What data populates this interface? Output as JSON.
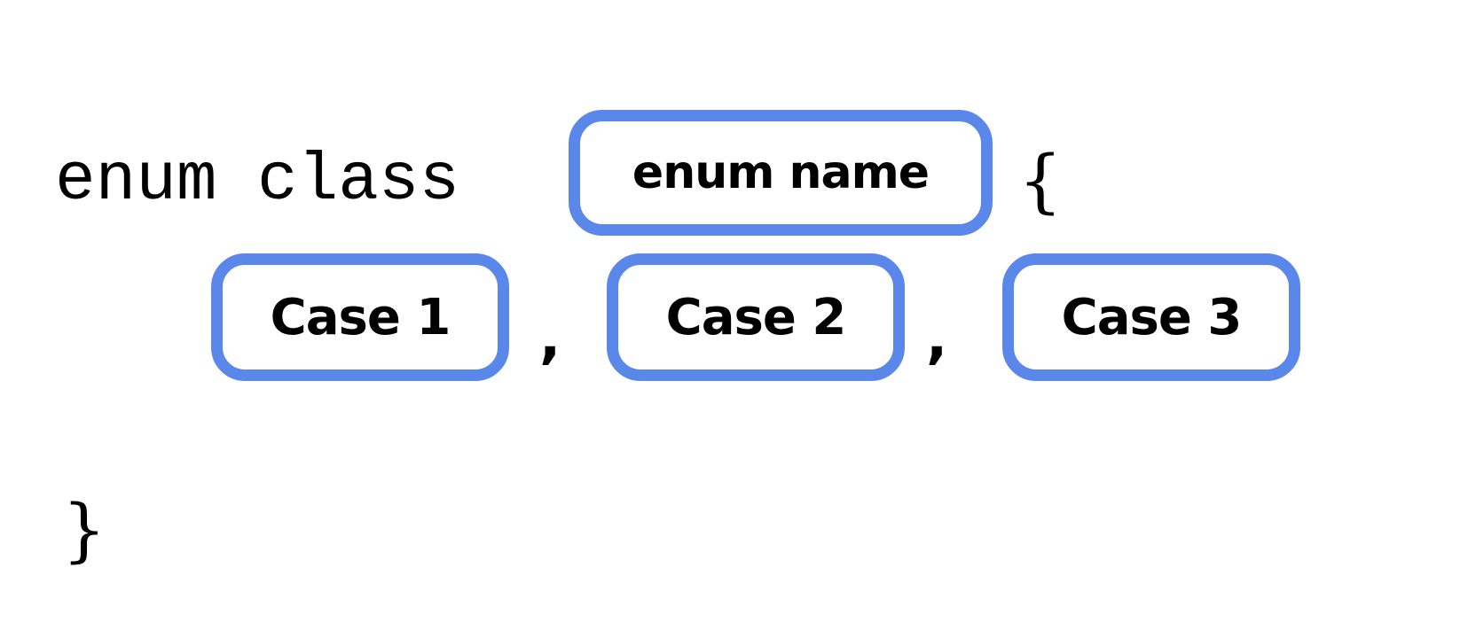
{
  "diagram": {
    "keyword": "enum class",
    "enum_name_placeholder": "enum name",
    "open_brace": "{",
    "close_brace": "}",
    "separator": ",",
    "cases": [
      "Case 1",
      "Case 2",
      "Case 3"
    ],
    "accent_color": "#5a88ea"
  }
}
